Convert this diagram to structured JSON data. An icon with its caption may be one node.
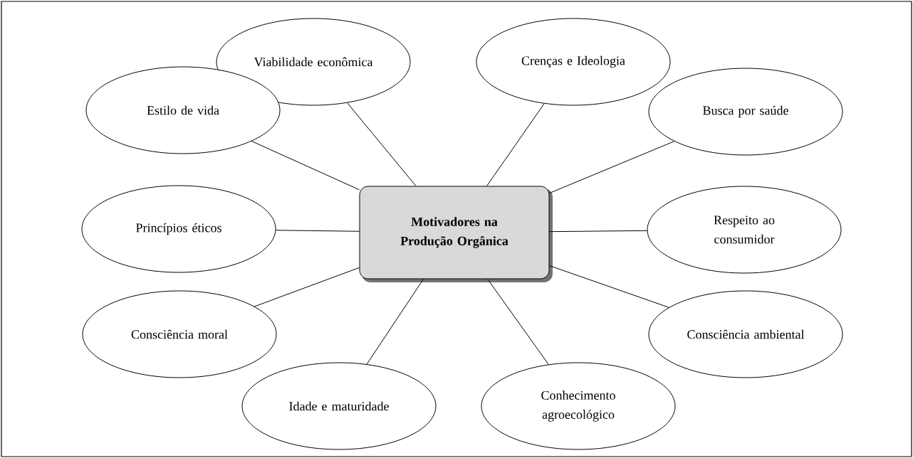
{
  "diagram": {
    "nodes": [
      {
        "text": [
          "Motivadores na Produção Orgânica"
        ]
      },
      {
        "text": [
          "Viabilidade econômica"
        ]
      },
      {
        "text": [
          "Crenças e Ideologia"
        ]
      },
      {
        "text": [
          "Estilo de vida"
        ]
      },
      {
        "text": [
          "Busca por saúde"
        ]
      },
      {
        "text": [
          "Princípios éticos"
        ]
      },
      {
        "text": [
          "Respeito ao consumidor"
        ]
      },
      {
        "text": [
          "Consciência moral"
        ]
      },
      {
        "text": [
          "Consciência ambiental"
        ]
      },
      {
        "text": [
          "Idade e maturidade"
        ]
      },
      {
        "text": [
          "Conhecimento agroecológico"
        ]
      }
    ],
    "edges": [
      {
        "from": 0,
        "to": 1,
        "arrow": "none"
      },
      {
        "from": 0,
        "to": 2,
        "arrow": "none"
      },
      {
        "from": 0,
        "to": 3,
        "arrow": "none"
      },
      {
        "from": 0,
        "to": 4,
        "arrow": "none"
      },
      {
        "from": 0,
        "to": 5,
        "arrow": "none"
      },
      {
        "from": 0,
        "to": 6,
        "arrow": "none"
      },
      {
        "from": 0,
        "to": 7,
        "arrow": "none"
      },
      {
        "from": 0,
        "to": 8,
        "arrow": "none"
      },
      {
        "from": 0,
        "to": 9,
        "arrow": "none"
      },
      {
        "from": 0,
        "to": 10,
        "arrow": "none"
      }
    ]
  }
}
